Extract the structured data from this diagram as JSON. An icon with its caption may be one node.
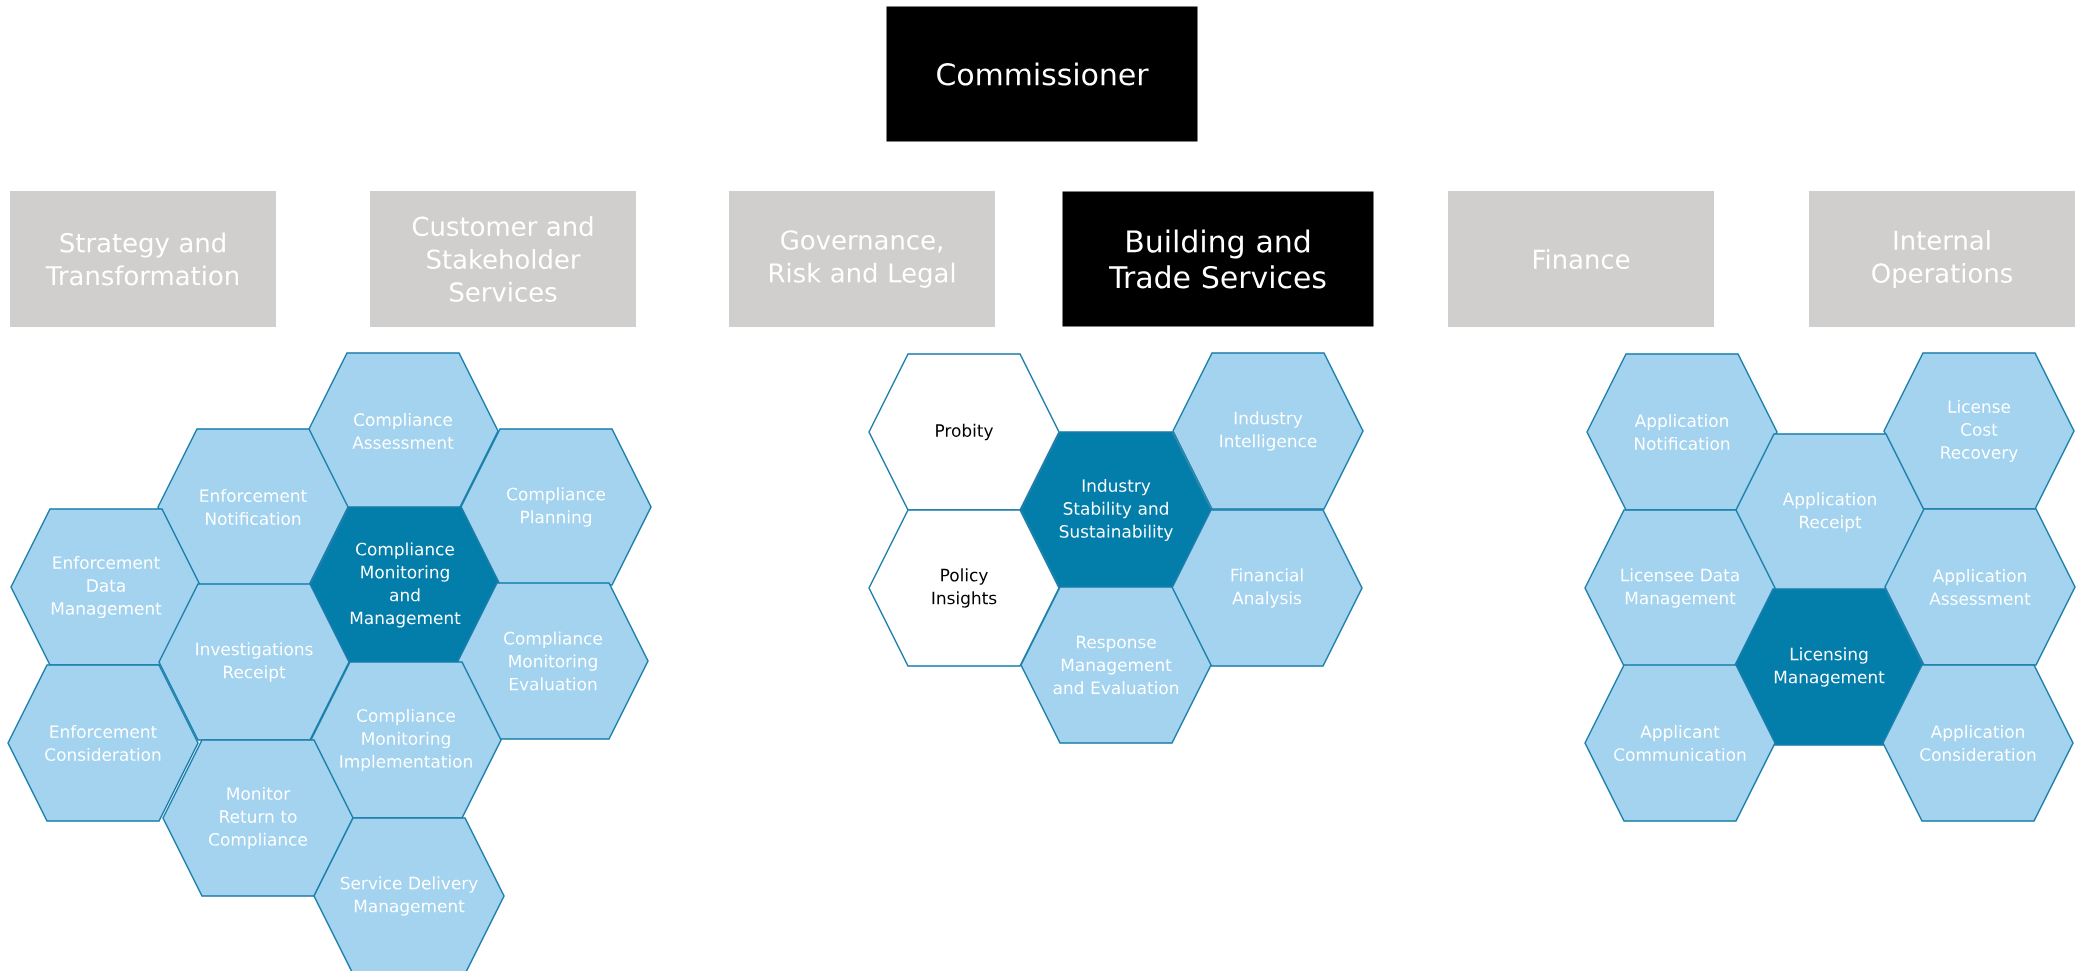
{
  "diagram": {
    "nodes": [
      {
        "text": [
          "Commissioner"
        ]
      },
      {
        "text": [
          "Strategy and Transformation"
        ]
      },
      {
        "text": [
          "Customer and Stakeholder Services"
        ]
      },
      {
        "text": [
          "Governance, Risk and Legal"
        ]
      },
      {
        "text": [
          "Building and Trade Services"
        ]
      },
      {
        "text": [
          "Finance"
        ]
      },
      {
        "text": [
          "Internal Operations"
        ]
      },
      {
        "text": [
          "Compliance Assessment"
        ]
      },
      {
        "text": [
          "Enforcement Notification"
        ]
      },
      {
        "text": [
          "Compliance Planning"
        ]
      },
      {
        "text": [
          "Enforcement Data Management"
        ]
      },
      {
        "text": [
          "Compliance Monitoring and Management"
        ]
      },
      {
        "text": [
          "Investigations Receipt"
        ]
      },
      {
        "text": [
          "Compliance Monitoring Evaluation"
        ]
      },
      {
        "text": [
          "Enforcement Consideration"
        ]
      },
      {
        "text": [
          "Compliance Monitoring Implementation"
        ]
      },
      {
        "text": [
          "Monitor Return to Compliance"
        ]
      },
      {
        "text": [
          "Service Delivery Management"
        ]
      },
      {
        "text": [
          "Probity"
        ]
      },
      {
        "text": [
          "Industry Intelligence"
        ]
      },
      {
        "text": [
          "Industry Stability and Sustainability"
        ]
      },
      {
        "text": [
          "Policy Insights"
        ]
      },
      {
        "text": [
          "Financial Analysis"
        ]
      },
      {
        "text": [
          "Response Management and Evaluation"
        ]
      },
      {
        "text": [
          "Application Notification"
        ]
      },
      {
        "text": [
          "License Cost Recovery"
        ]
      },
      {
        "text": [
          "Application Receipt"
        ]
      },
      {
        "text": [
          "Licensee Data Management"
        ]
      },
      {
        "text": [
          "Application Assessment"
        ]
      },
      {
        "text": [
          "Licensing Management"
        ]
      },
      {
        "text": [
          "Applicant Communication"
        ]
      },
      {
        "text": [
          "Application Consideration"
        ]
      }
    ]
  }
}
